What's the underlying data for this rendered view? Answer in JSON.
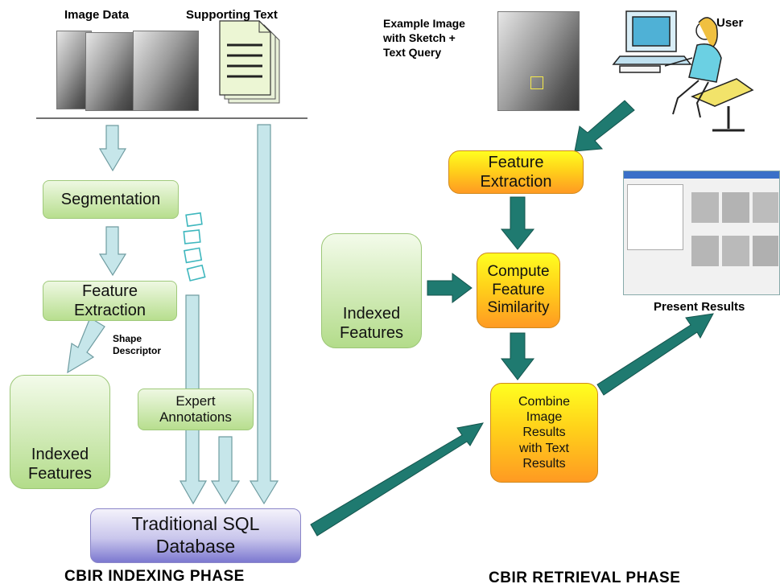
{
  "top_labels": {
    "image_data": "Image Data",
    "supporting_text": "Supporting Text",
    "example_image": [
      "Example Image",
      "with Sketch +",
      "Text Query"
    ],
    "user": "User",
    "shape_descriptor": [
      "Shape",
      "Descriptor"
    ],
    "present_results": "Present Results"
  },
  "indexing": {
    "segmentation": "Segmentation",
    "feature_extraction": [
      "Feature",
      "Extraction"
    ],
    "indexed_features": [
      "Indexed",
      "Features"
    ],
    "expert_annotations": [
      "Expert",
      "Annotations"
    ],
    "sql_database": [
      "Traditional SQL",
      "Database"
    ],
    "phase_title": "CBIR INDEXING PHASE"
  },
  "retrieval": {
    "feature_extraction": [
      "Feature",
      "Extraction"
    ],
    "indexed_features": [
      "Indexed",
      "Features"
    ],
    "compute_similarity": [
      "Compute",
      "Feature",
      "Similarity"
    ],
    "combine_results": [
      "Combine",
      "Image",
      "Results",
      "with Text",
      "Results"
    ],
    "phase_title": "CBIR RETRIEVAL PHASE"
  },
  "colors": {
    "light_arrow": "#c6e6ea",
    "dark_arrow": "#1f7a70",
    "green_box": "#b7de8e",
    "gold_box": "#ffcc22",
    "purple_box": "#8c88d4"
  },
  "icons": [
    "xray-image-icon",
    "text-document-icon",
    "user-at-computer-icon",
    "tree-icon",
    "results-screenshot-icon",
    "sketch-squares-icon"
  ]
}
